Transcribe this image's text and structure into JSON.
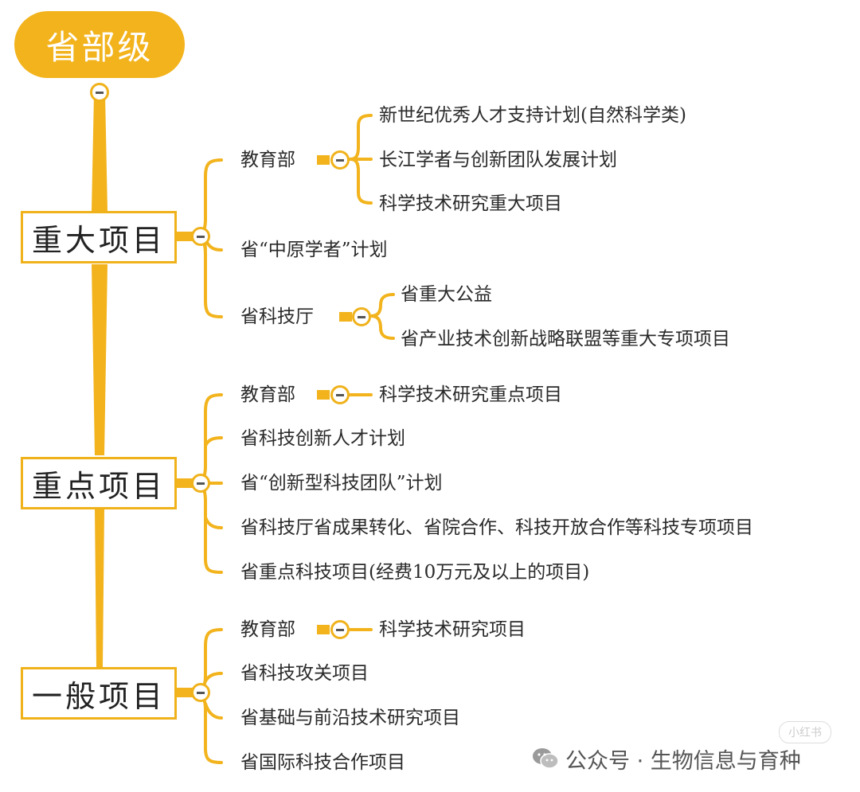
{
  "root": {
    "label": "省部级"
  },
  "categories": [
    {
      "label": "重大项目"
    },
    {
      "label": "重点项目"
    },
    {
      "label": "一般项目"
    }
  ],
  "major": {
    "moe": {
      "label": "教育部",
      "items": [
        "新世纪优秀人才支持计划(自然科学类)",
        "长江学者与创新团队发展计划",
        "科学技术研究重大项目"
      ]
    },
    "zhongyuan": "省“中原学者”计划",
    "dept": {
      "label": "省科技厅",
      "items": [
        "省重大公益",
        "省产业技术创新战略联盟等重大专项项目"
      ]
    }
  },
  "key": {
    "moe": {
      "label": "教育部",
      "items": [
        "科学技术研究重点项目"
      ]
    },
    "others": [
      "省科技创新人才计划",
      "省“创新型科技团队”计划",
      "省科技厅省成果转化、省院合作、科技开放合作等科技专项项目",
      "省重点科技项目(经费10万元及以上的项目)"
    ]
  },
  "general": {
    "moe": {
      "label": "教育部",
      "items": [
        "科学技术研究项目"
      ]
    },
    "others": [
      "省科技攻关项目",
      "省基础与前沿技术研究项目",
      "省国际科技合作项目"
    ]
  },
  "watermark": {
    "text": "公众号 · 生物信息与育种",
    "tag": "小红书",
    "icon": "wechat-icon"
  },
  "colors": {
    "accent": "#f2b31c",
    "text": "#2a2a2a"
  }
}
